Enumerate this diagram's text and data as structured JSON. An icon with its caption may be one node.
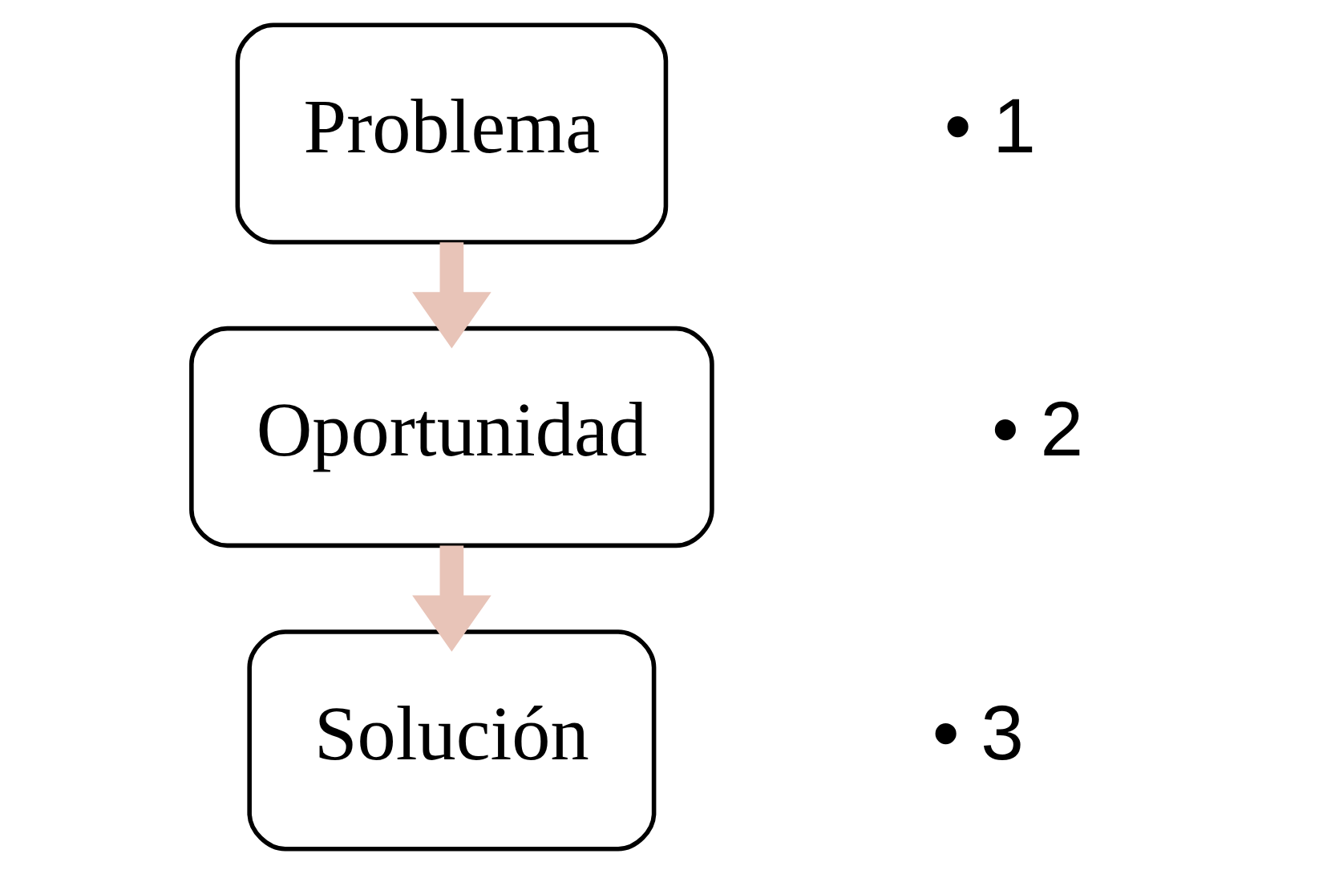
{
  "diagram": {
    "nodes": [
      {
        "text": [
          "Problema"
        ],
        "beside": [
          "• 1"
        ]
      },
      {
        "text": [
          "Oportunidad"
        ],
        "beside": [
          "• 2"
        ]
      },
      {
        "text": [
          "Solución"
        ],
        "beside": [
          "• 3"
        ]
      }
    ],
    "edges": [
      {
        "from": 0,
        "to": 1,
        "arrow": "to"
      },
      {
        "from": 1,
        "to": 2,
        "arrow": "to"
      }
    ]
  }
}
